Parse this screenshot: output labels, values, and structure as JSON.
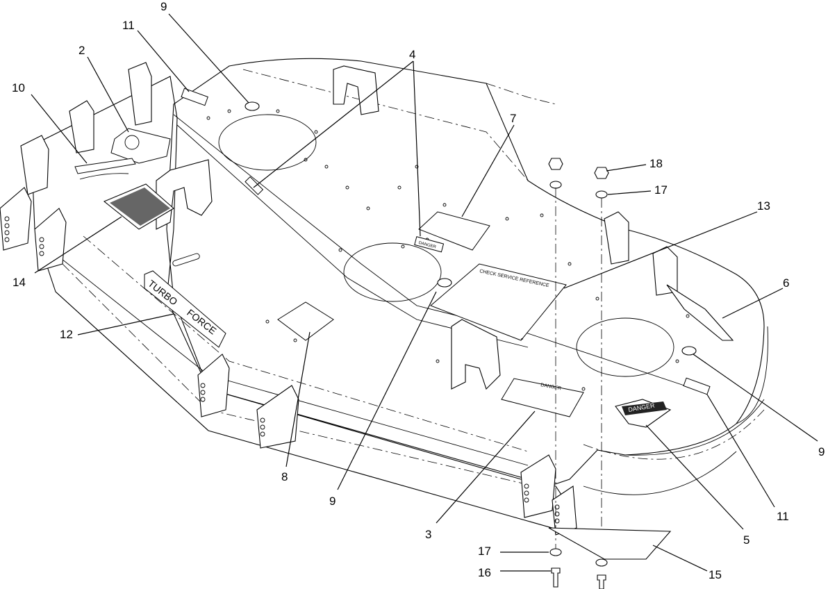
{
  "callouts": [
    {
      "id": "c9a",
      "label": "9"
    },
    {
      "id": "c11a",
      "label": "11"
    },
    {
      "id": "c2",
      "label": "2"
    },
    {
      "id": "c10",
      "label": "10"
    },
    {
      "id": "c4",
      "label": "4"
    },
    {
      "id": "c7",
      "label": "7"
    },
    {
      "id": "c18",
      "label": "18"
    },
    {
      "id": "c17a",
      "label": "17"
    },
    {
      "id": "c13",
      "label": "13"
    },
    {
      "id": "c6",
      "label": "6"
    },
    {
      "id": "c14",
      "label": "14"
    },
    {
      "id": "c12",
      "label": "12"
    },
    {
      "id": "c9b",
      "label": "9"
    },
    {
      "id": "c9c",
      "label": "9"
    },
    {
      "id": "c8",
      "label": "8"
    },
    {
      "id": "c3",
      "label": "3"
    },
    {
      "id": "c11b",
      "label": "11"
    },
    {
      "id": "c5",
      "label": "5"
    },
    {
      "id": "c17b",
      "label": "17"
    },
    {
      "id": "c16",
      "label": "16"
    },
    {
      "id": "c15",
      "label": "15"
    }
  ],
  "decals": {
    "brand_word_1": "TURBO",
    "brand_word_2": "FORCE",
    "danger_large": "DANGER",
    "danger_small": "DANGER",
    "danger_decal_3": "DANGER",
    "service_reference": "CHECK  SERVICE  REFERENCE"
  }
}
